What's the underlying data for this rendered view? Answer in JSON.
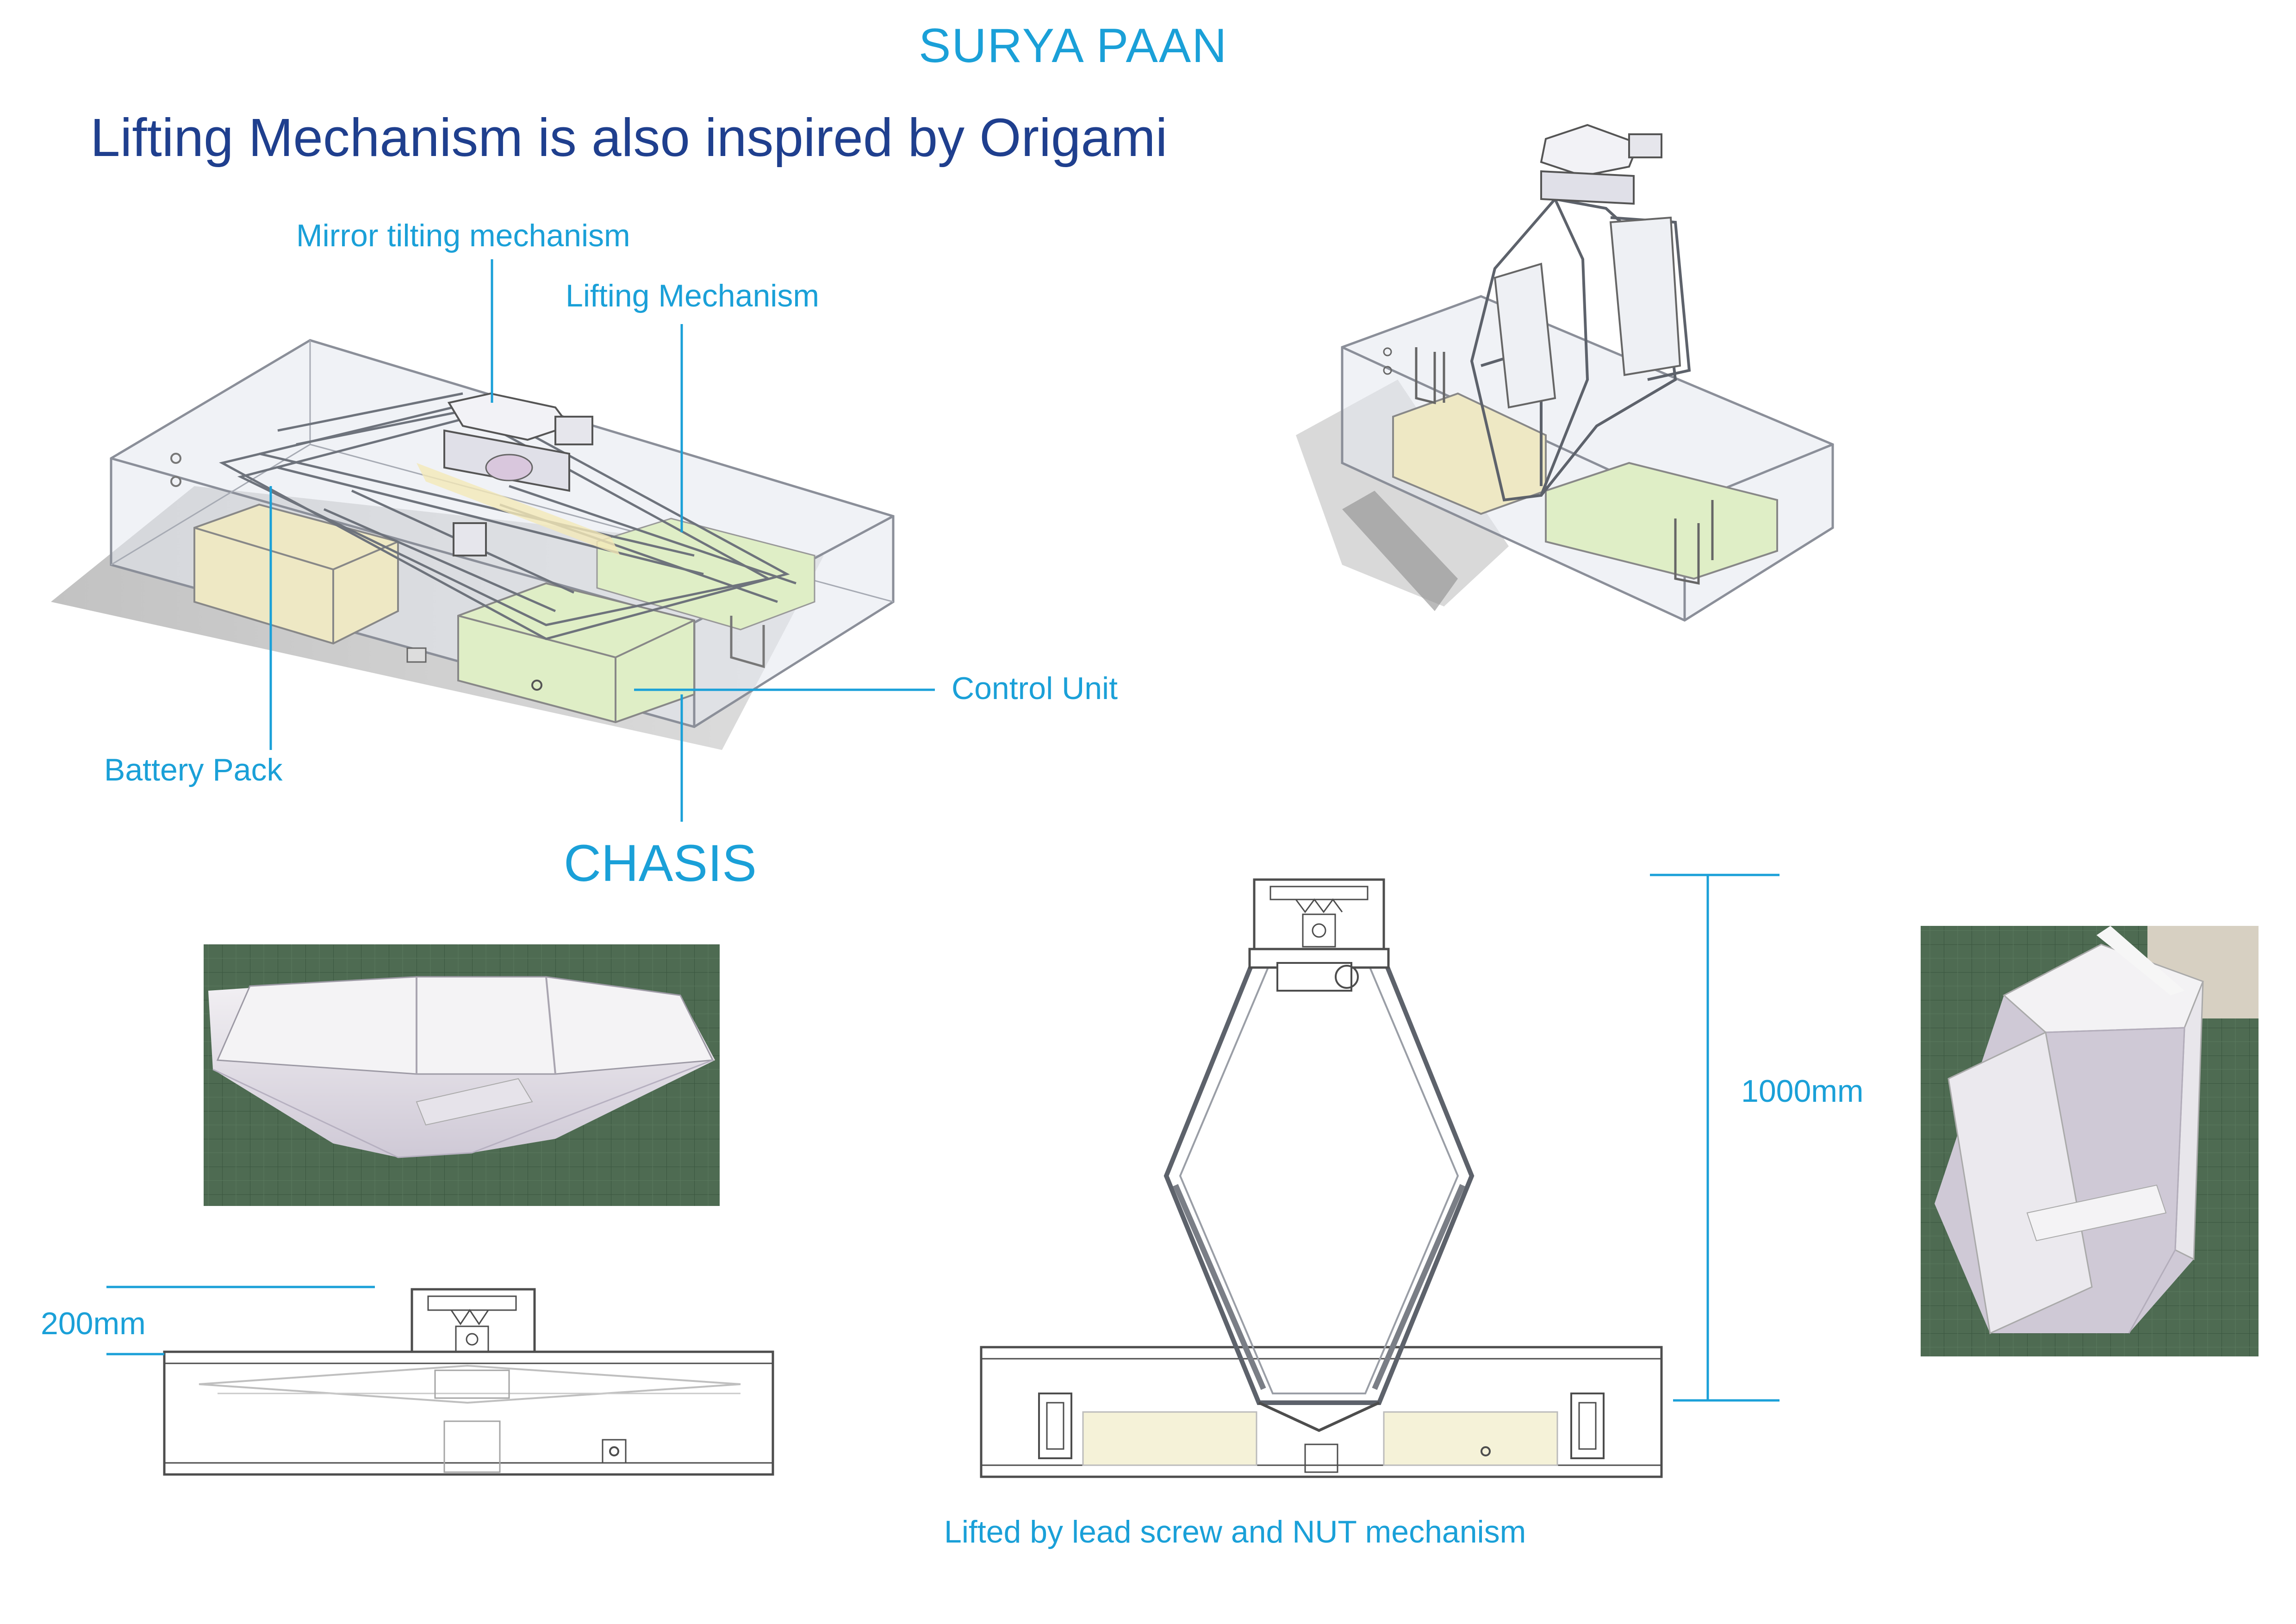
{
  "header": {
    "brand": "SURYA PAAN",
    "headline": "Lifting Mechanism is also inspired by Origami"
  },
  "callouts": {
    "mirror": "Mirror tilting mechanism",
    "lifting": "Lifting Mechanism",
    "control": "Control Unit",
    "battery": "Battery Pack",
    "chasis": "CHASIS"
  },
  "dimensions": {
    "low_height": "200mm",
    "high_height": "1000mm"
  },
  "captions": {
    "lead_screw": "Lifted by lead screw and NUT mechanism"
  },
  "colors": {
    "accent": "#1aa0d8",
    "headline": "#1f3f8e",
    "battery_fill": "#eee8c4",
    "control_fill": "#dfeec6",
    "cutting_mat": "#4e6b52"
  }
}
